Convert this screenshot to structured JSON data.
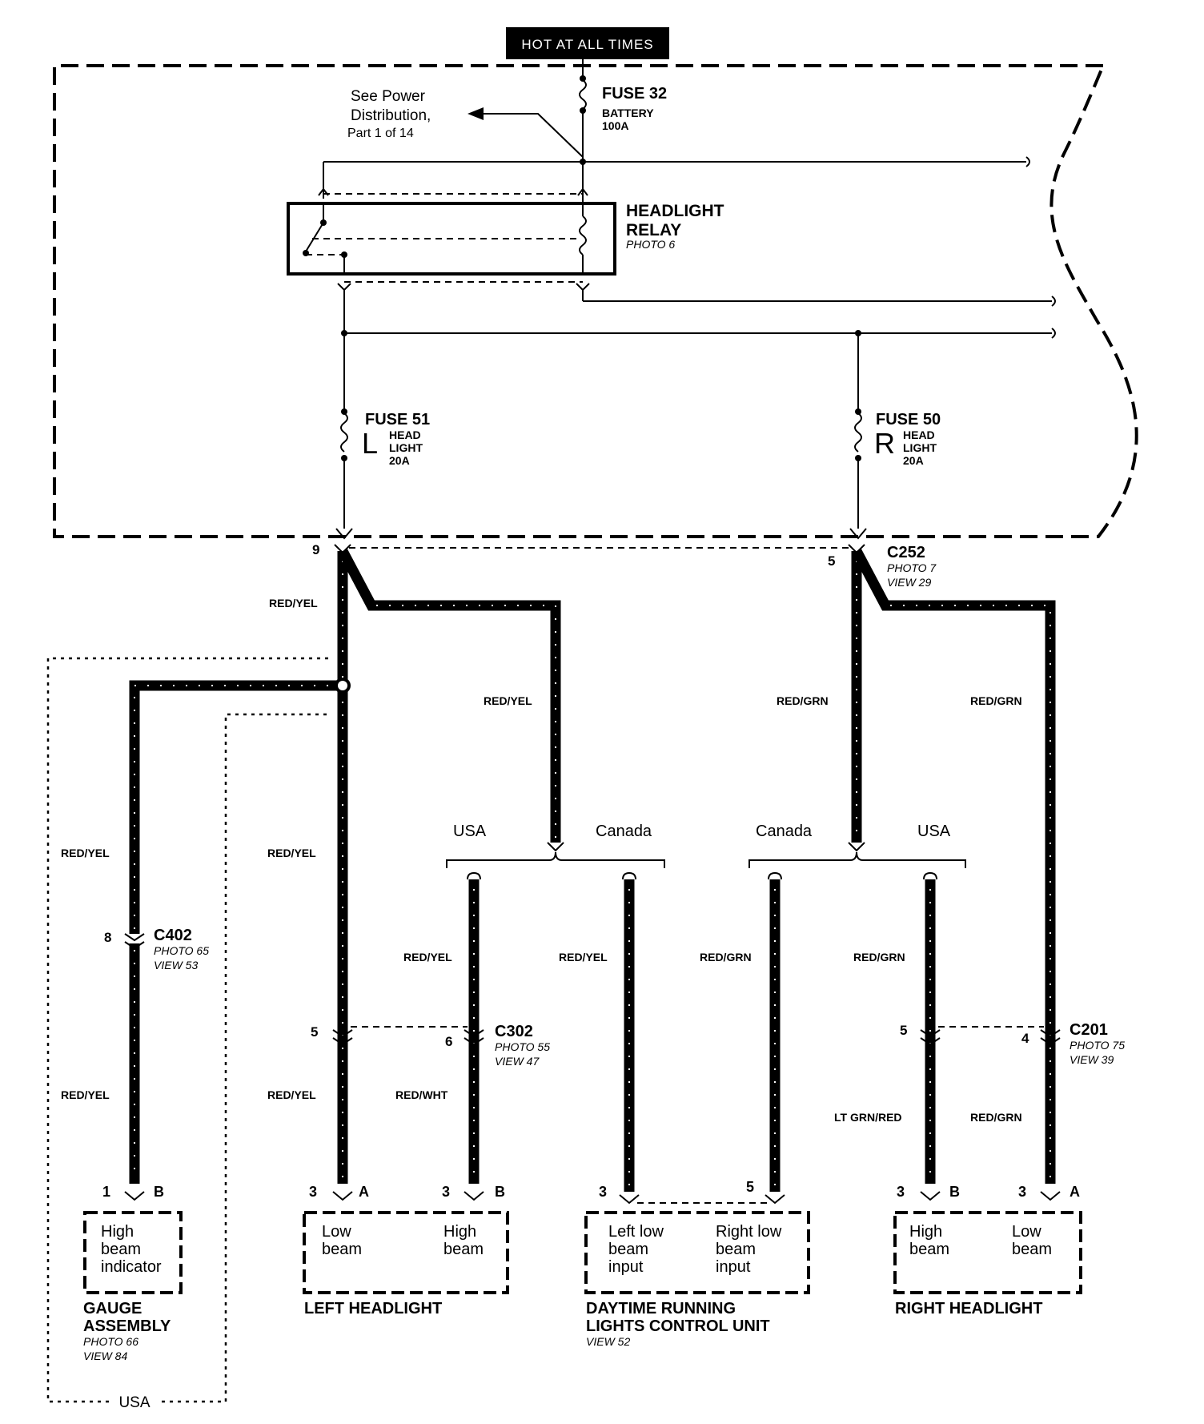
{
  "hot_label": "HOT AT ALL TIMES",
  "power_note": [
    "See Power",
    "Distribution,",
    "Part 1 of 14"
  ],
  "fuse32": {
    "name": "FUSE 32",
    "desc": "BATTERY",
    "rating": "100A"
  },
  "relay": {
    "name1": "HEADLIGHT",
    "name2": "RELAY",
    "photo": "PHOTO 6"
  },
  "fuse51": {
    "name": "FUSE 51",
    "side": "L",
    "desc1": "HEAD",
    "desc2": "LIGHT",
    "rating": "20A"
  },
  "fuse50": {
    "name": "FUSE 50",
    "side": "R",
    "desc1": "HEAD",
    "desc2": "LIGHT",
    "rating": "20A"
  },
  "c252": {
    "name": "C252",
    "photo": "PHOTO 7",
    "view": "VIEW 29",
    "pin_left": "9",
    "pin_right": "5"
  },
  "c402": {
    "name": "C402",
    "photo": "PHOTO 65",
    "view": "VIEW 53",
    "pin": "8"
  },
  "c302": {
    "name": "C302",
    "photo": "PHOTO 55",
    "view": "VIEW 47",
    "pin_left": "5",
    "pin_right": "6"
  },
  "c201": {
    "name": "C201",
    "photo": "PHOTO 75",
    "view": "VIEW 39",
    "pin_left": "5",
    "pin_right": "4"
  },
  "wires": {
    "red_yel": "RED/YEL",
    "red_grn": "RED/GRN",
    "red_wht": "RED/WHT",
    "lt_grn_red": "LT GRN/RED"
  },
  "regions": {
    "usa": "USA",
    "canada": "Canada"
  },
  "gauge": {
    "pin_num": "1",
    "pin_letter": "B",
    "lines": [
      "High",
      "beam",
      "indicator"
    ],
    "title1": "GAUGE",
    "title2": "ASSEMBLY",
    "photo": "PHOTO 66",
    "view": "VIEW 84",
    "usa": "USA"
  },
  "left_headlight": {
    "pin_a_num": "3",
    "pin_a": "A",
    "pin_b_num": "3",
    "pin_b": "B",
    "low": [
      "Low",
      "beam"
    ],
    "high": [
      "High",
      "beam"
    ],
    "title": "LEFT HEADLIGHT"
  },
  "drl": {
    "pin_left": "3",
    "pin_right": "5",
    "left": [
      "Left low",
      "beam",
      "input"
    ],
    "right": [
      "Right low",
      "beam",
      "input"
    ],
    "title1": "DAYTIME RUNNING",
    "title2": "LIGHTS CONTROL UNIT",
    "view": "VIEW 52"
  },
  "right_headlight": {
    "pin_b_num": "3",
    "pin_b": "B",
    "pin_a_num": "3",
    "pin_a": "A",
    "high": [
      "High",
      "beam"
    ],
    "low": [
      "Low",
      "beam"
    ],
    "title": "RIGHT HEADLIGHT"
  }
}
